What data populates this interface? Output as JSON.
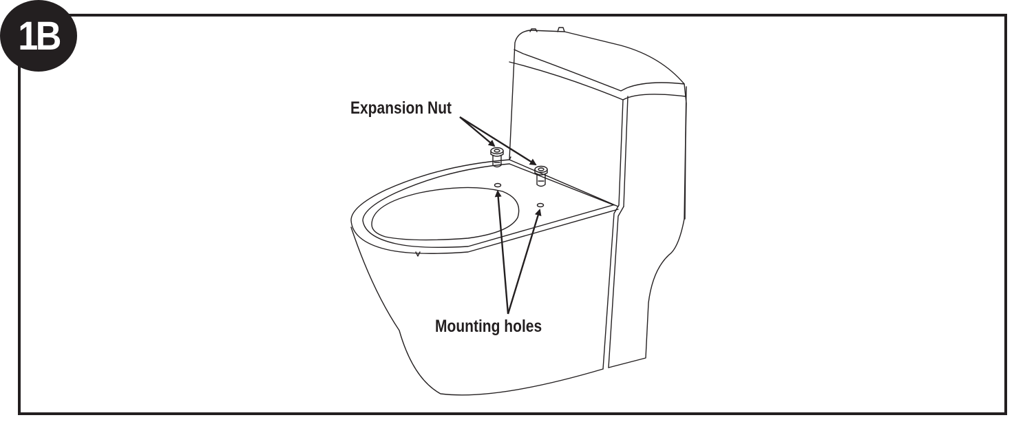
{
  "step": {
    "label": "1B"
  },
  "callouts": {
    "expansion_nut": "Expansion Nut",
    "mounting_holes": "Mounting holes"
  },
  "colors": {
    "ink": "#231f20",
    "background": "#ffffff"
  }
}
